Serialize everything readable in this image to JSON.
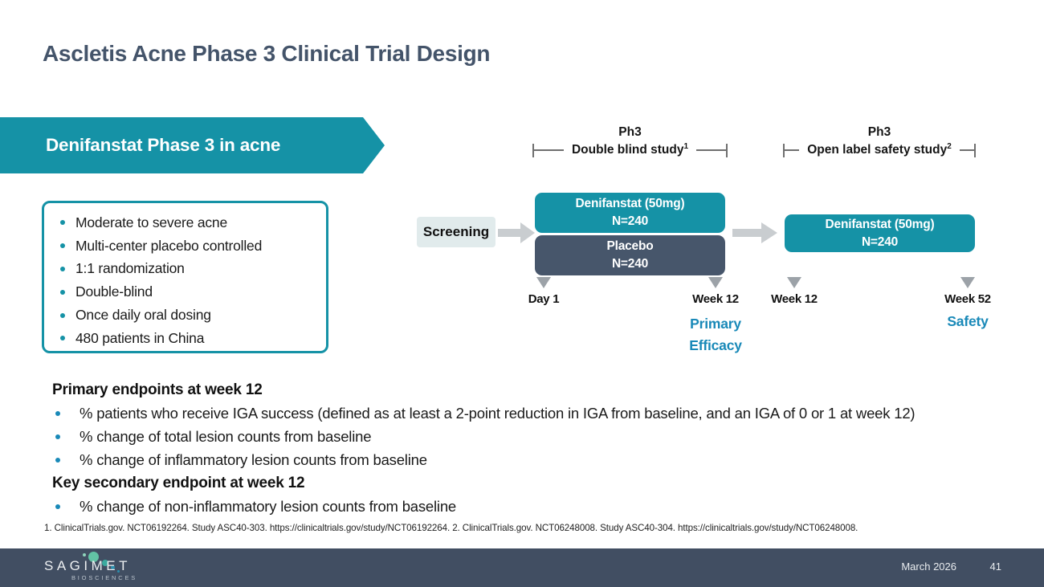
{
  "slide": {
    "title": "Ascletis Acne Phase 3 Clinical Trial Design",
    "banner_label": "Denifanstat Phase 3 in acne",
    "criteria": [
      "Moderate to severe acne",
      "Multi-center placebo controlled",
      "1:1 randomization",
      "Double-blind",
      "Once daily oral dosing",
      "480 patients in China"
    ],
    "diagram": {
      "phase1": {
        "line1": "Ph3",
        "line2": "Double blind study",
        "sup": "1"
      },
      "phase2": {
        "line1": "Ph3",
        "line2": "Open label safety study",
        "sup": "2"
      },
      "screening_label": "Screening",
      "arm_active_1": {
        "drug": "Denifanstat (50mg)",
        "n": "N=240"
      },
      "arm_placebo": {
        "drug": "Placebo",
        "n": "N=240"
      },
      "arm_active_2": {
        "drug": "Denifanstat (50mg)",
        "n": "N=240"
      },
      "timeline": {
        "day1": "Day 1",
        "week12_a": "Week 12",
        "week12_b": "Week 12",
        "week52": "Week 52",
        "primary_efficacy": "Primary\nEfficacy",
        "safety": "Safety"
      }
    },
    "endpoints": {
      "primary_heading": "Primary endpoints at week 12",
      "primary_item_1": "% patients who receive IGA success (defined as at least a 2-point reduction in IGA from baseline, and an IGA of 0 or 1 at week 12)",
      "primary_item_2": "% change of total lesion counts from baseline",
      "primary_item_3": "% change of inflammatory lesion counts from baseline",
      "secondary_heading": "Key secondary endpoint at week 12",
      "secondary_item_1": "% change of non-inflammatory lesion counts from baseline"
    },
    "footnote": "1. ClinicalTrials.gov. NCT06192264. Study ASC40-303. https://clinicaltrials.gov/study/NCT06192264. 2. ClinicalTrials.gov. NCT06248008. Study ASC40-304. https://clinicaltrials.gov/study/NCT06248008.",
    "footer": {
      "logo_text": "SAGIMET",
      "logo_subtext": "BIOSCIENCES",
      "date": "March 2026",
      "page_number": "41"
    },
    "colors": {
      "teal": "#1592A6",
      "slate_box": "#47566B",
      "title_text": "#44546A",
      "accent_text": "#1989B8",
      "footer_bg": "#414E62",
      "screening_bg": "#E1EBEC",
      "marker_gray": "#9CA2A8"
    }
  }
}
